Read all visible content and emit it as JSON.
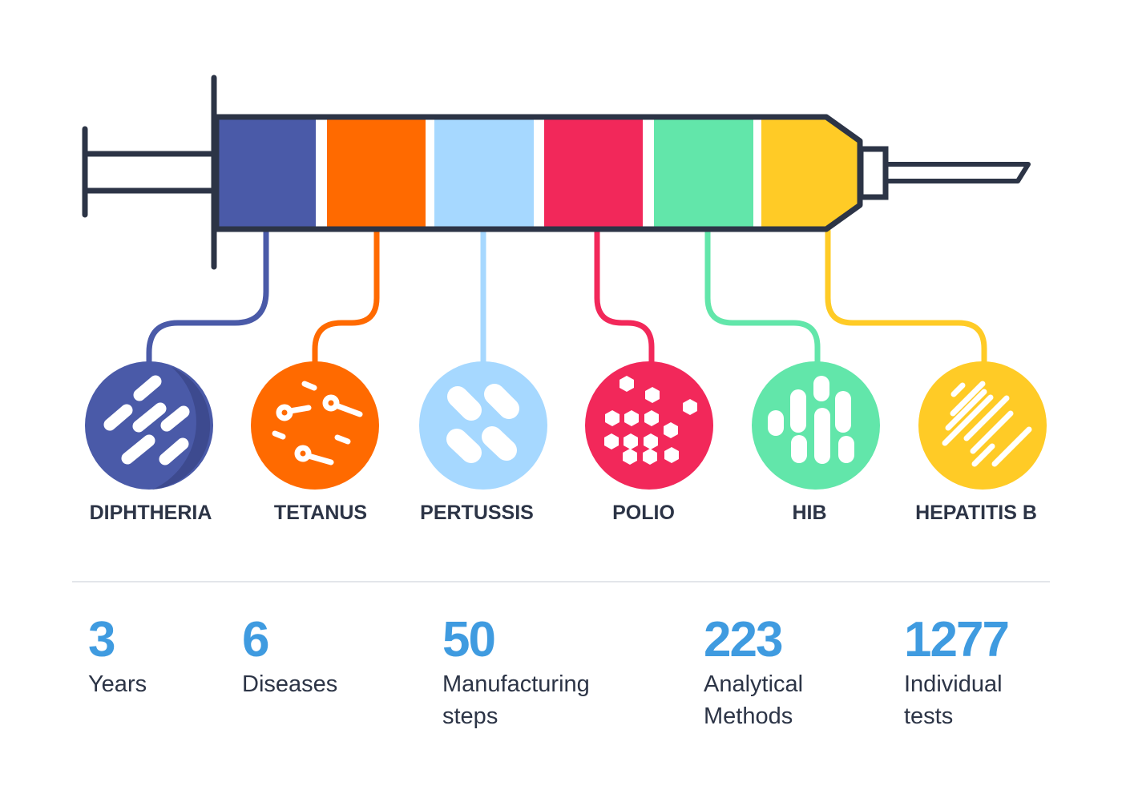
{
  "colors": {
    "outline": "#2c3446",
    "diphtheria": "#4a5aa8",
    "tetanus": "#ff6a00",
    "pertussis": "#a6d8ff",
    "polio": "#f2285a",
    "hib": "#62e6aa",
    "hepatitis_b": "#ffcb26",
    "stat_number": "#3f9be0"
  },
  "diseases": [
    {
      "label": "DIPHTHERIA",
      "icon": "rod-bacteria-icon"
    },
    {
      "label": "TETANUS",
      "icon": "drumstick-bacteria-icon"
    },
    {
      "label": "PERTUSSIS",
      "icon": "capsule-bacteria-icon"
    },
    {
      "label": "POLIO",
      "icon": "hexagon-virus-icon"
    },
    {
      "label": "HIB",
      "icon": "pill-bacteria-icon"
    },
    {
      "label": "HEPATITIS B",
      "icon": "line-virus-icon"
    }
  ],
  "stats": [
    {
      "value": "3",
      "label": "Years"
    },
    {
      "value": "6",
      "label": "Diseases"
    },
    {
      "value": "50",
      "label": "Manufacturing\nsteps"
    },
    {
      "value": "223",
      "label": "Analytical\nMethods"
    },
    {
      "value": "1277",
      "label": "Individual\ntests"
    }
  ]
}
